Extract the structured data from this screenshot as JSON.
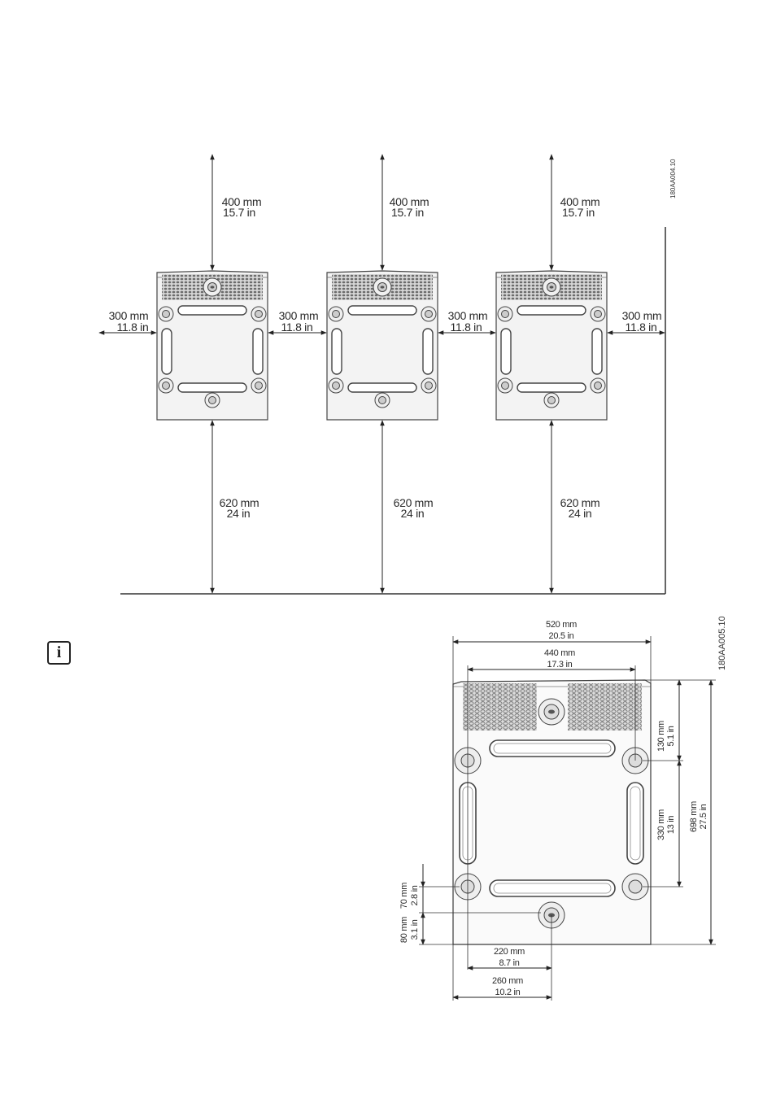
{
  "figure1": {
    "drawing_code": "180AA004.10",
    "top_clearance": [
      "400 mm",
      "15.7 in"
    ],
    "side_clearance": [
      "300 mm",
      "11.8 in"
    ],
    "bottom_clearance": [
      "620 mm",
      "24 in"
    ]
  },
  "figure2": {
    "drawing_code": "180AA005.10",
    "width_overall": [
      "520 mm",
      "20.5 in"
    ],
    "width_holes": [
      "440 mm",
      "17.3 in"
    ],
    "top_to_hole": [
      "130 mm",
      "5.1 in"
    ],
    "hole_vertical_spacing": [
      "330 mm",
      "13 in"
    ],
    "height_overall": [
      "698 mm",
      "27.5 in"
    ],
    "bottom_hole_offset": [
      "70 mm",
      "2.8 in"
    ],
    "bottom_center_offset": [
      "80 mm",
      "3.1 in"
    ],
    "half_hole_spacing": [
      "220 mm",
      "8.7 in"
    ],
    "half_width": [
      "260 mm",
      "10.2 in"
    ]
  },
  "note": {
    "icon": "info-icon",
    "symbol": "i"
  }
}
